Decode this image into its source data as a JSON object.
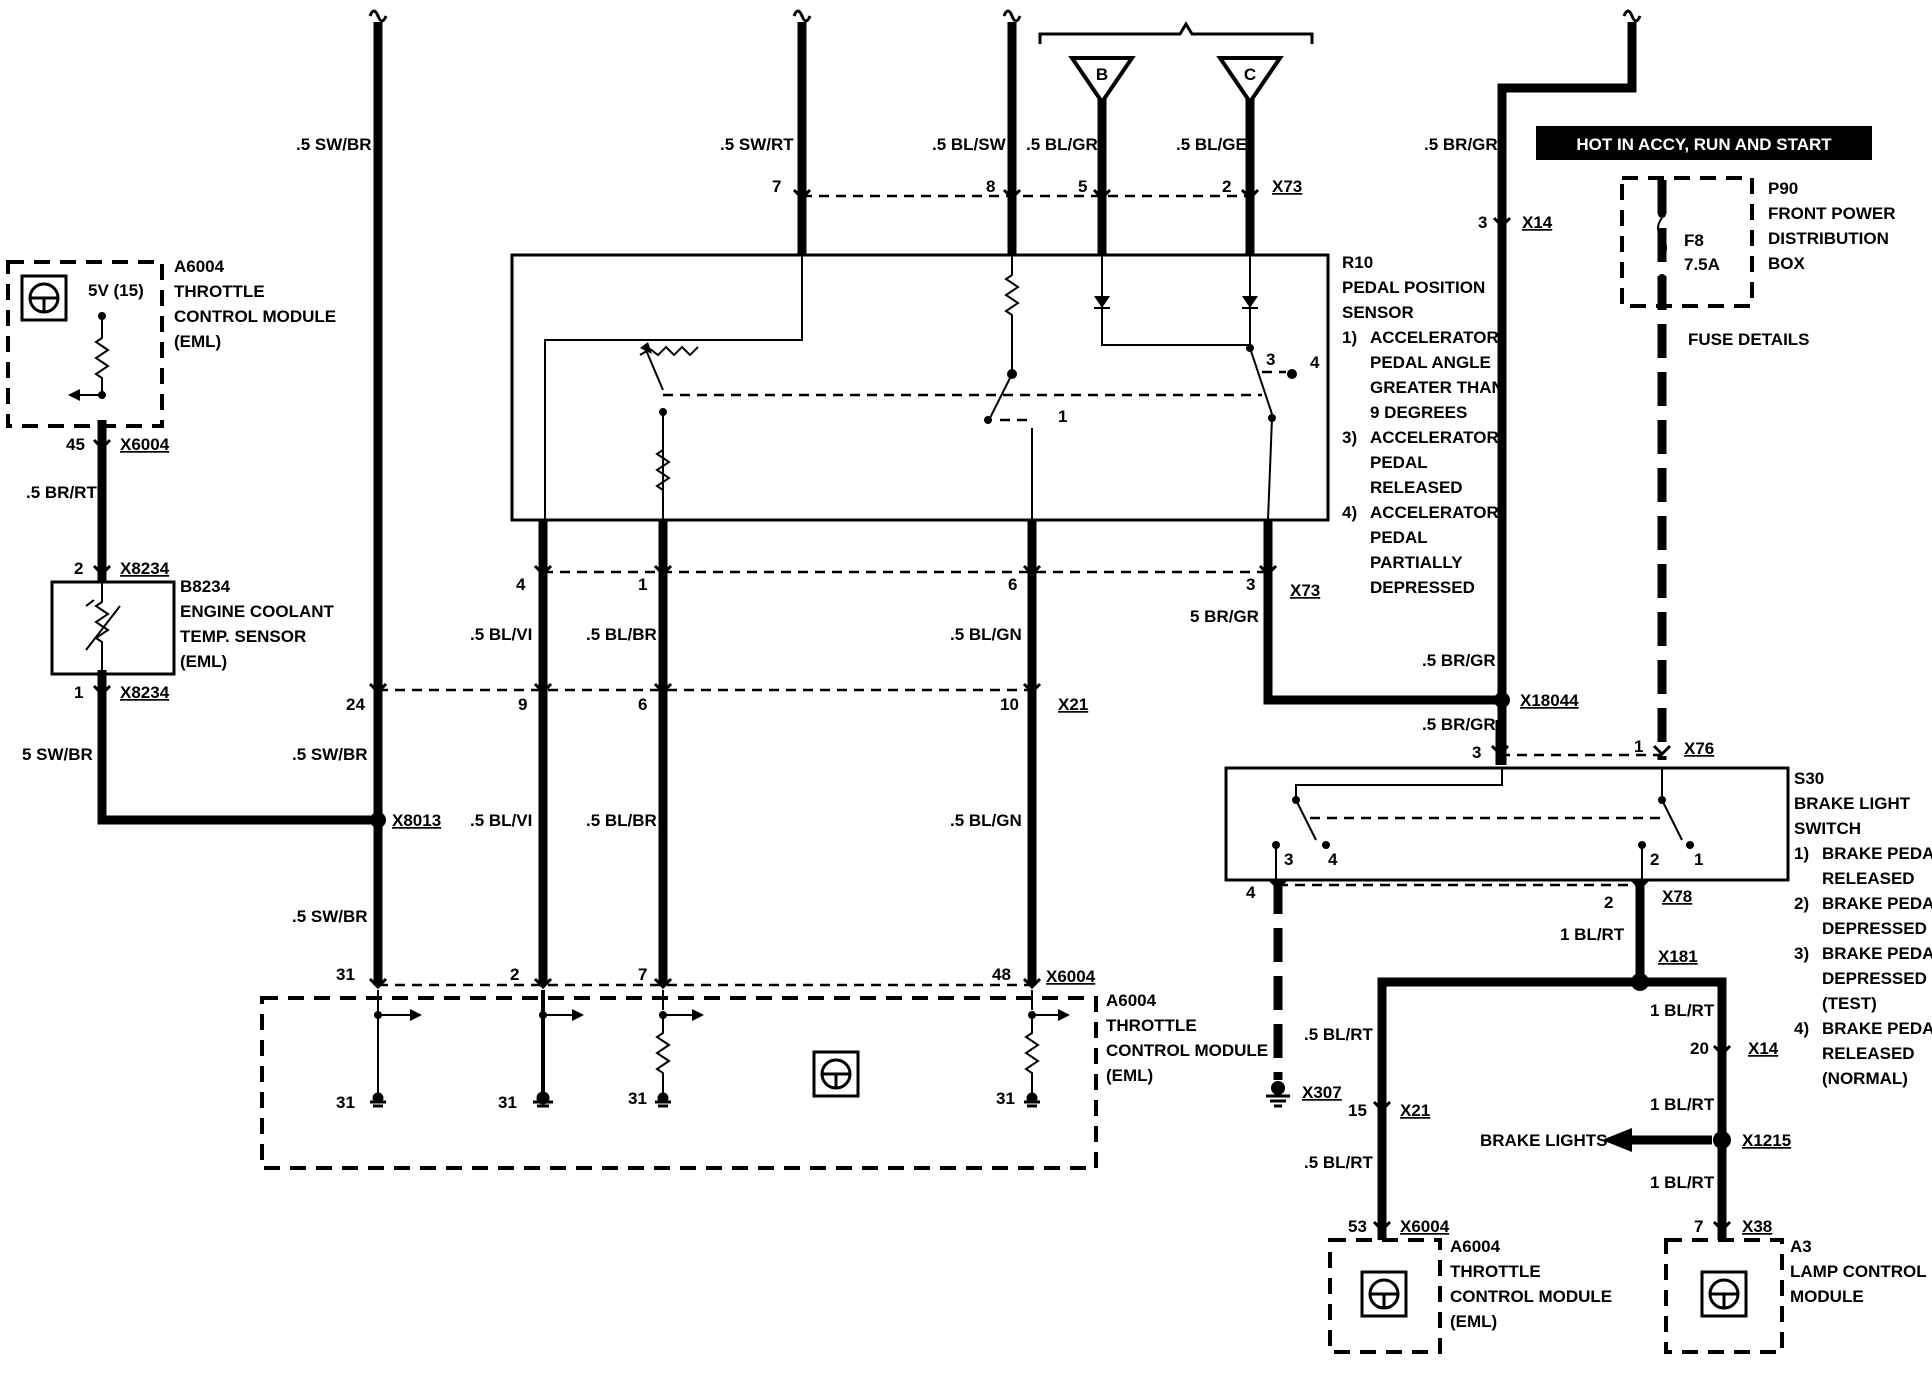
{
  "banner": "HOT IN ACCY, RUN AND START",
  "wires": {
    "w1": ".5 SW/BR",
    "w2": ".5 SW/RT",
    "w3": ".5 BL/SW",
    "w4": ".5 BL/GR",
    "w5": ".5 BL/GE",
    "w6": ".5 BR/GR",
    "w7": ".5 BR/RT",
    "w8": "5 SW/BR",
    "w9": ".5 SW/BR",
    "w10": ".5 SW/BR",
    "w11": ".5 BL/VI",
    "w12": ".5 BL/BR",
    "w13": ".5 BL/GN",
    "w14": ".5 BL/VI",
    "w15": ".5 BL/BR",
    "w16": ".5 BL/GN",
    "w17": "5 BR/GR",
    "w18": ".5 BR/GR",
    "w19": ".5 BR/GR",
    "w20": "1 BL/RT",
    "w21": ".5 BL/RT",
    "w22": "1 BL/RT",
    "w23": "1 BL/RT",
    "w24": ".5 BL/RT",
    "w25": "1 BL/RT"
  },
  "connectors": {
    "x73a": "X73",
    "x73b": "X73",
    "x14a": "X14",
    "x6004a": "X6004",
    "x8234a": "X8234",
    "x8234b": "X8234",
    "x21a": "X21",
    "x8013": "X8013",
    "x6004b": "X6004",
    "x18044": "X18044",
    "x76a": "X76",
    "x78": "X78",
    "x181": "X181",
    "x14b": "X14",
    "x307": "X307",
    "x21b": "X21",
    "x1215": "X1215",
    "x6004c": "X6004",
    "x38": "X38"
  },
  "pins": {
    "p7": "7",
    "p8": "8",
    "p5": "5",
    "p2": "2",
    "p3a": "3",
    "p45": "45",
    "p2b": "2",
    "p1b": "1",
    "p4": "4",
    "p1": "1",
    "p6": "6",
    "p3": "3",
    "p24": "24",
    "p9": "9",
    "p6b": "6",
    "p10": "10",
    "p31": "31",
    "p2c": "2",
    "p7b": "7",
    "p48": "48",
    "p3c": "3",
    "p1c": "1",
    "p4c": "4",
    "p2d": "2",
    "p20": "20",
    "p15": "15",
    "p53": "53",
    "p7c": "7",
    "g1": "31",
    "g2": "31",
    "g3": "31",
    "g4": "31"
  },
  "components": {
    "a6004_top": [
      "A6004",
      "THROTTLE",
      "CONTROL MODULE",
      "(EML)"
    ],
    "a6004_top_v": "5V (15)",
    "b8234": [
      "B8234",
      "ENGINE COOLANT",
      "TEMP. SENSOR",
      "(EML)"
    ],
    "r10": [
      "R10",
      "PEDAL POSITION",
      "SENSOR"
    ],
    "r10_notes": [
      [
        "1)",
        "ACCELERATOR",
        "PEDAL ANGLE",
        "GREATER THAN",
        "9 DEGREES"
      ],
      [
        "3)",
        "ACCELERATOR",
        "PEDAL",
        "RELEASED"
      ],
      [
        "4)",
        "ACCELERATOR",
        "PEDAL",
        "PARTIALLY",
        "DEPRESSED"
      ]
    ],
    "p90": [
      "P90",
      "FRONT POWER",
      "DISTRIBUTION",
      "BOX"
    ],
    "fuse": [
      "F8",
      "7.5A"
    ],
    "fuse_details": "FUSE DETAILS",
    "s30": [
      "S30",
      "BRAKE LIGHT",
      "SWITCH"
    ],
    "s30_notes": [
      [
        "1)",
        "BRAKE PEDAL",
        "RELEASED"
      ],
      [
        "2)",
        "BRAKE PEDAL",
        "DEPRESSED"
      ],
      [
        "3)",
        "BRAKE PEDAL",
        "DEPRESSED",
        "(TEST)"
      ],
      [
        "4)",
        "BRAKE PEDAL",
        "RELEASED",
        "(NORMAL)"
      ]
    ],
    "a6004_bottom": [
      "A6004",
      "THROTTLE",
      "CONTROL MODULE",
      "(EML)"
    ],
    "a6004_br": [
      "A6004",
      "THROTTLE",
      "CONTROL MODULE",
      "(EML)"
    ],
    "a3": [
      "A3",
      "LAMP CONTROL",
      "MODULE"
    ],
    "brake_lights": "BRAKE LIGHTS",
    "b_label": "B",
    "c_label": "C",
    "r10_sw": {
      "s1": "1",
      "s3": "3",
      "s4": "4"
    },
    "s30_sw": {
      "a3": "3",
      "a4": "4",
      "b2": "2",
      "b1": "1"
    }
  }
}
